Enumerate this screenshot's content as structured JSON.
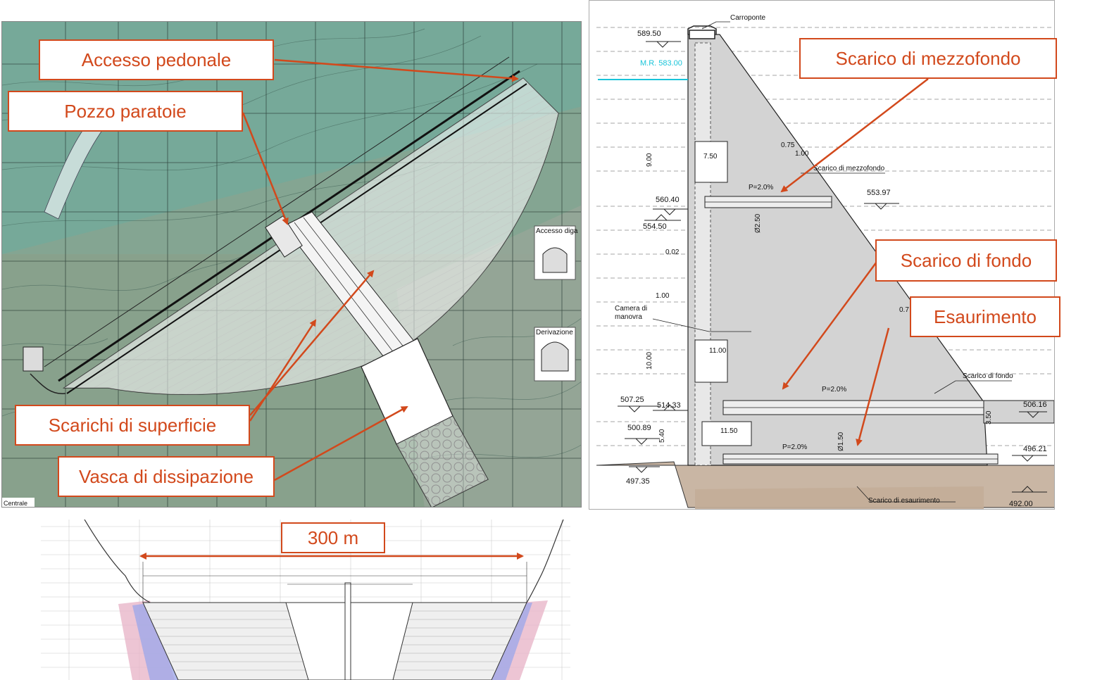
{
  "colors": {
    "accent": "#d2491c",
    "concrete": "#d3d3d3",
    "ground": "#c9b6a4",
    "water": "#19c4d9",
    "plan_terrain": "#7aa59a",
    "plan_water": "#5fb3ad"
  },
  "callouts": {
    "accesso_pedonale": "Accesso pedonale",
    "pozzo_paratoie": "Pozzo paratoie",
    "scarichi_superficie": "Scarichi di superficie",
    "vasca_dissipazione": "Vasca di dissipazione",
    "scarico_mezzofondo": "Scarico di mezzofondo",
    "scarico_fondo": "Scarico di fondo",
    "esaurimento": "Esaurimento",
    "larghezza": "300 m"
  },
  "plan": {
    "labels": {
      "accesso_diga": "Accesso diga",
      "derivazione": "Derivazione",
      "centrale": "Centrale"
    }
  },
  "section": {
    "labels": {
      "carroponte": "Carroponte",
      "mr": "M.R. 583.00",
      "camera_di": "Camera di",
      "manovra": "manovra",
      "scarico_mezzofondo_small": "Scarico di mezzofondo",
      "scarico_fondo_small": "Scarico di fondo",
      "scarico_esaurimento_small": "Scarico di esaurimento",
      "slope1": "P=2.0%",
      "slope2": "P=2.0%",
      "slope3": "P=2.0%"
    },
    "elevations": {
      "e1": "589.50",
      "e2": "560.40",
      "e3": "554.50",
      "e4": "553.97",
      "e5": "507.25",
      "e6": "514.33",
      "e7": "500.89",
      "e8": "497.35",
      "e9": "506.16",
      "e10": "496.21",
      "e11": "492.00"
    },
    "dims": {
      "d1": "7.50",
      "d2": "9.00",
      "d3": "0.75",
      "d4": "1.00",
      "d5": "Ø2.50",
      "d6": "0.02",
      "d7": "1.00",
      "d8": "11.00",
      "d9": "10.00",
      "d10": "5.40",
      "d11": "11.50",
      "d12": "Ø1.50",
      "d13": "3.50",
      "d14": "0.7"
    }
  }
}
